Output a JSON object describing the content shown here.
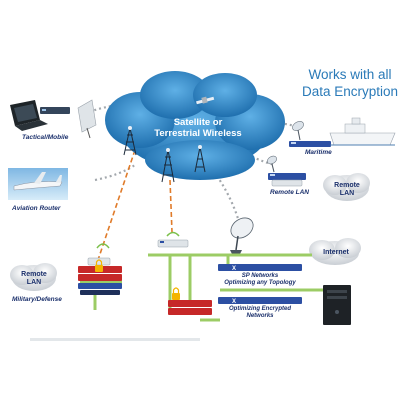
{
  "headline": {
    "line1": "Works with all",
    "line2": "Data Encryption"
  },
  "cloud": {
    "line1": "Satellite or",
    "line2": "Terrestrial Wireless"
  },
  "labels": {
    "tactical": "Tactical/Mobile",
    "maritime": "Maritime",
    "aviation": "Aviation Router",
    "remote_lan_right": {
      "line1": "Remote",
      "line2": "LAN"
    },
    "remote_lan_right_caption": "Remote LAN",
    "remote_lan_left": {
      "line1": "Remote",
      "line2": "LAN"
    },
    "military": "Military/Defense",
    "internet": "Internet",
    "sp_networks": {
      "line1": "SP Networks",
      "line2": "Optimizing any Topology"
    },
    "encrypted": {
      "line1": "Optimizing Encrypted",
      "line2": "Networks"
    }
  },
  "colors": {
    "cloud": "#2e86c1",
    "link_dashed_orange": "#e07b2a",
    "link_dotted_gray": "#9aa0a6",
    "lan_green": "#9ccc65",
    "device_blue": "#2c4fa3",
    "router_red": "#c62828",
    "text_navy": "#1a2f6b"
  }
}
